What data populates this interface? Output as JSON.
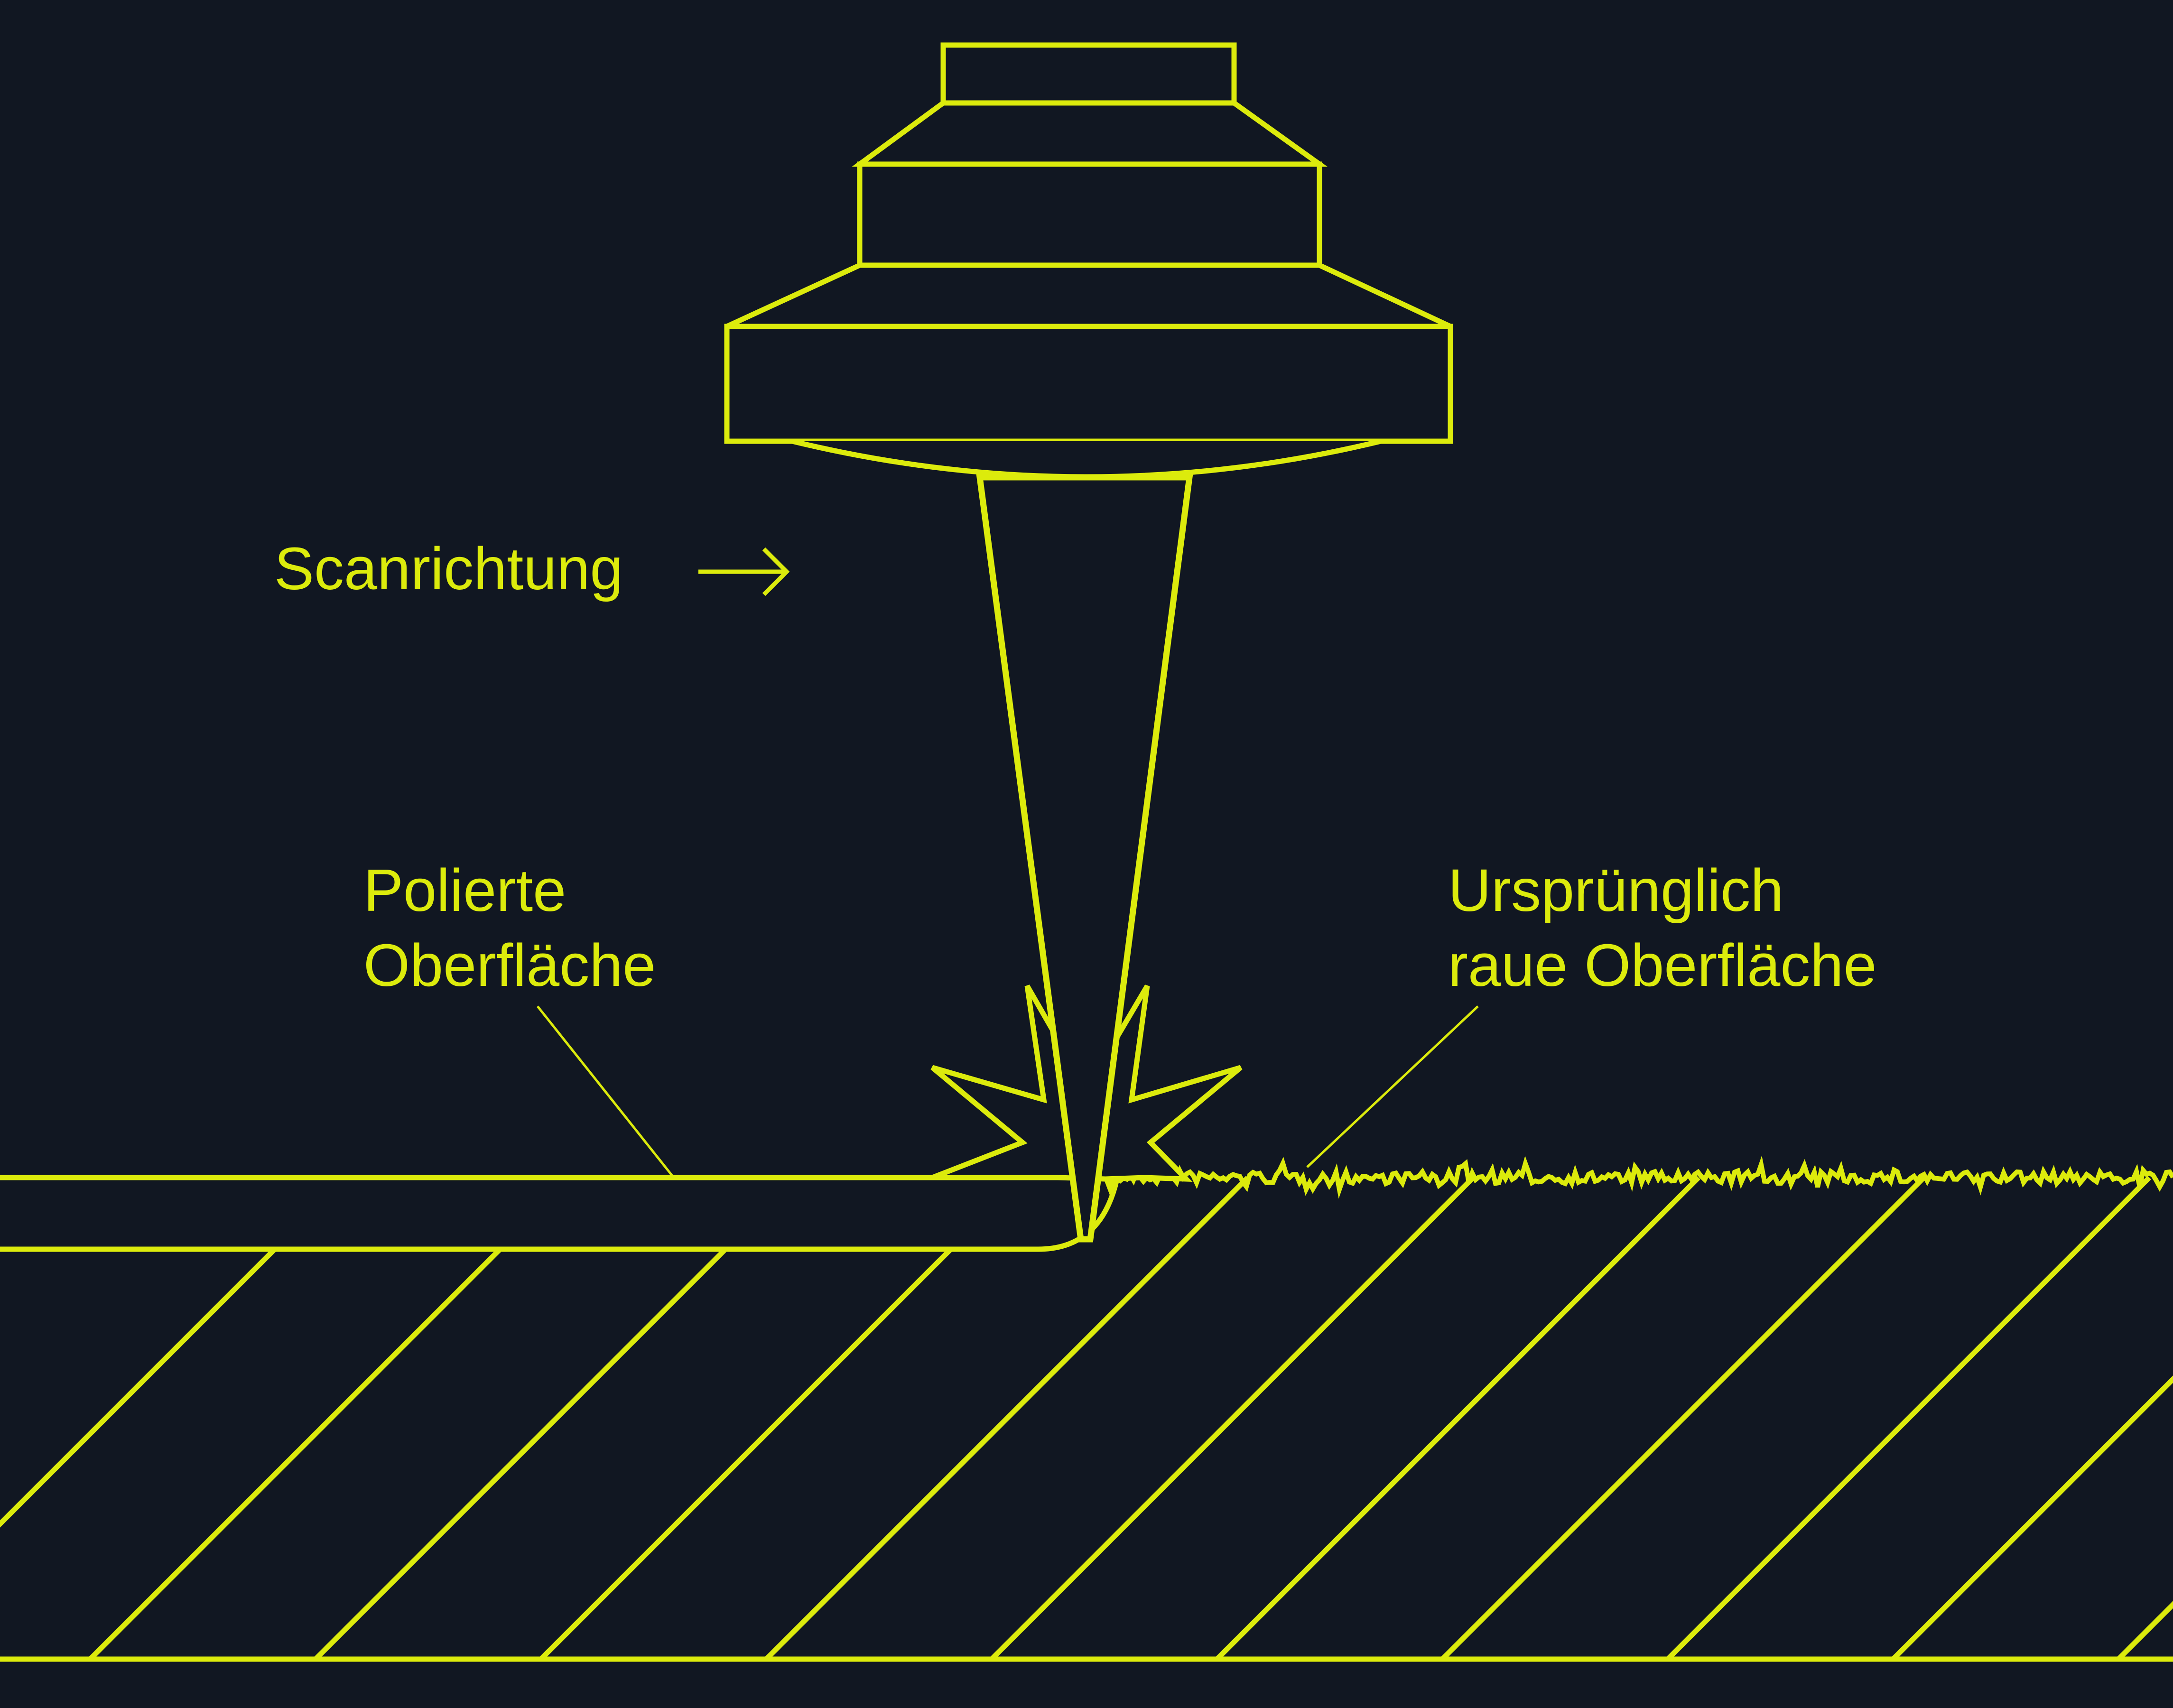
{
  "colors": {
    "background": "#111722",
    "stroke": "#DCEB0C"
  },
  "labels": {
    "scan_direction": "Scanrichtung",
    "polished_surface": [
      "Polierte",
      "Oberfläche"
    ],
    "original_surface": [
      "Ursprünglich",
      "raue Oberfläche"
    ]
  }
}
